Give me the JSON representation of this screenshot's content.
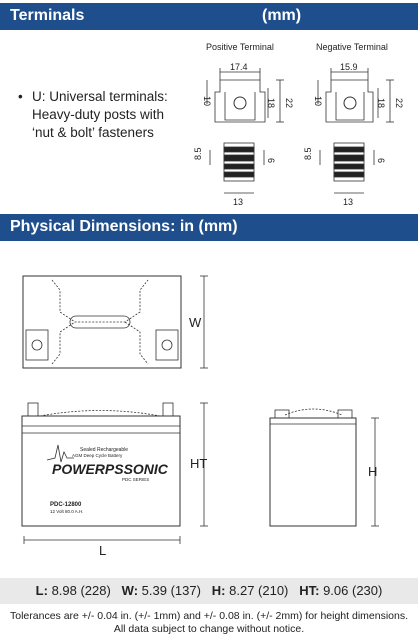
{
  "terminals": {
    "title": "Terminals",
    "unit": "(mm)",
    "positive_label": "Positive Terminal",
    "negative_label": "Negative Terminal",
    "bullet": "U: Universal terminals: Heavy-duty posts with ‘nut & bolt’ fasteners",
    "positive_dims": {
      "width": "17.4",
      "left": "10",
      "inner": "18",
      "right": "22",
      "side_left": "8.5",
      "side_right": "6",
      "bottom": "13"
    },
    "negative_dims": {
      "width": "15.9",
      "left": "10",
      "inner": "18",
      "right": "22",
      "side_left": "8.5",
      "side_right": "6",
      "bottom": "13"
    }
  },
  "physical": {
    "title": "Physical Dimensions: in (mm)",
    "dim_w": "W",
    "dim_ht": "HT",
    "dim_h": "H",
    "dim_l": "L",
    "label_small": "Sealed Rechargeable",
    "label_small2": "AGM Deep Cycle Battery",
    "brand": "POWERPSSONIC",
    "brand_sub": "PDC SERIES",
    "model": "PDC-12800",
    "model_sub": "12 Volt   80.0 A.H."
  },
  "specs": [
    {
      "key": "L:",
      "value": "8.98 (228)"
    },
    {
      "key": "W:",
      "value": "5.39 (137)"
    },
    {
      "key": "H:",
      "value": "8.27 (210)"
    },
    {
      "key": "HT:",
      "value": "9.06 (230)"
    }
  ],
  "note": "Tolerances are +/- 0.04 in. (+/- 1mm) and +/- 0.08 in. (+/- 2mm) for height dimensions. All data subject to change without notice.",
  "colors": {
    "header_bg": "#1f4e8c",
    "specs_bg": "#e9e9e9"
  }
}
